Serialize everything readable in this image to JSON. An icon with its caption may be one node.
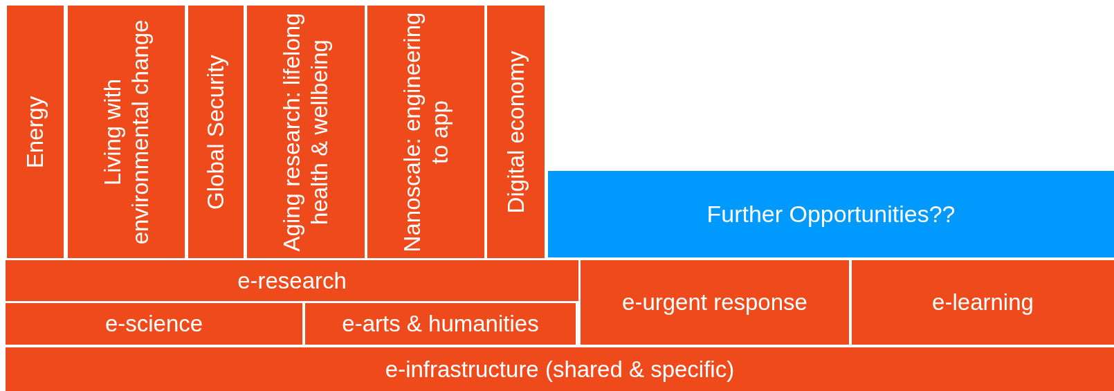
{
  "diagram": {
    "nodes": [
      {
        "text": [
          "Energy"
        ]
      },
      {
        "text": [
          "Living with environmental change"
        ]
      },
      {
        "text": [
          "Global Security"
        ]
      },
      {
        "text": [
          "Aging research: lifelong health & wellbeing"
        ]
      },
      {
        "text": [
          "Nanoscale: engineering to app"
        ]
      },
      {
        "text": [
          "Digital economy"
        ]
      },
      {
        "text": [
          "Further Opportunities??"
        ]
      },
      {
        "text": [
          "e-research"
        ]
      },
      {
        "text": [
          "e-science"
        ]
      },
      {
        "text": [
          "e-arts & humanities"
        ]
      },
      {
        "text": [
          "e-urgent response"
        ]
      },
      {
        "text": [
          "e-learning"
        ]
      },
      {
        "text": [
          "e-infrastructure (shared & specific)"
        ]
      }
    ]
  }
}
